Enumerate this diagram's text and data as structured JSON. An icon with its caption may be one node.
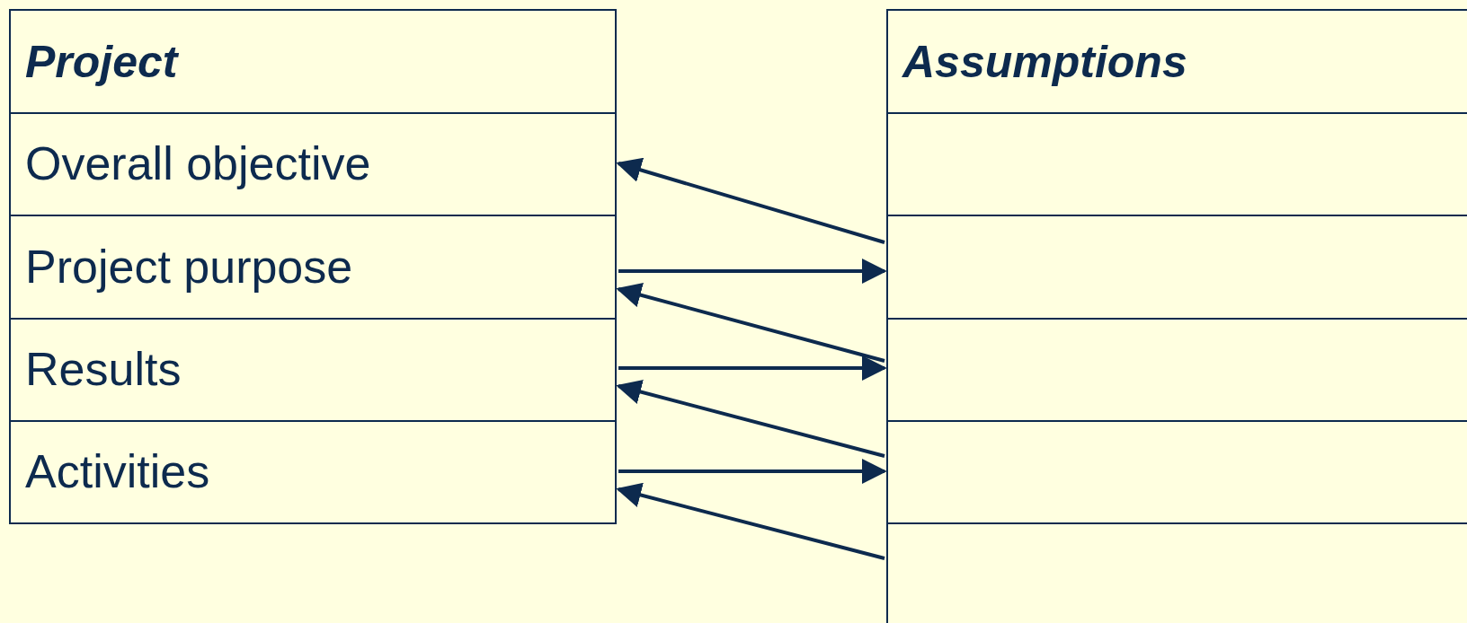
{
  "diagram": {
    "nodes": [
      {
        "text": [
          "Project"
        ]
      },
      {
        "text": [
          "Overall objective"
        ]
      },
      {
        "text": [
          "Project purpose"
        ]
      },
      {
        "text": [
          "Results"
        ]
      },
      {
        "text": [
          "Activities"
        ]
      },
      {
        "text": [
          "Assumptions"
        ]
      },
      {
        "text": [],
        "shape": "box"
      },
      {
        "text": [],
        "shape": "box"
      },
      {
        "text": [],
        "shape": "box"
      },
      {
        "text": [],
        "shape": "box"
      },
      {
        "text": [],
        "shape": "box"
      }
    ],
    "edges": [
      {
        "from": 7,
        "to": 1,
        "arrow": "to"
      },
      {
        "from": 2,
        "to": 7,
        "arrow": "to"
      },
      {
        "from": 8,
        "to": 2,
        "arrow": "to"
      },
      {
        "from": 3,
        "to": 8,
        "arrow": "to"
      },
      {
        "from": 9,
        "to": 3,
        "arrow": "to"
      },
      {
        "from": 4,
        "to": 9,
        "arrow": "to"
      },
      {
        "from": 10,
        "to": 4,
        "arrow": "to"
      }
    ]
  }
}
